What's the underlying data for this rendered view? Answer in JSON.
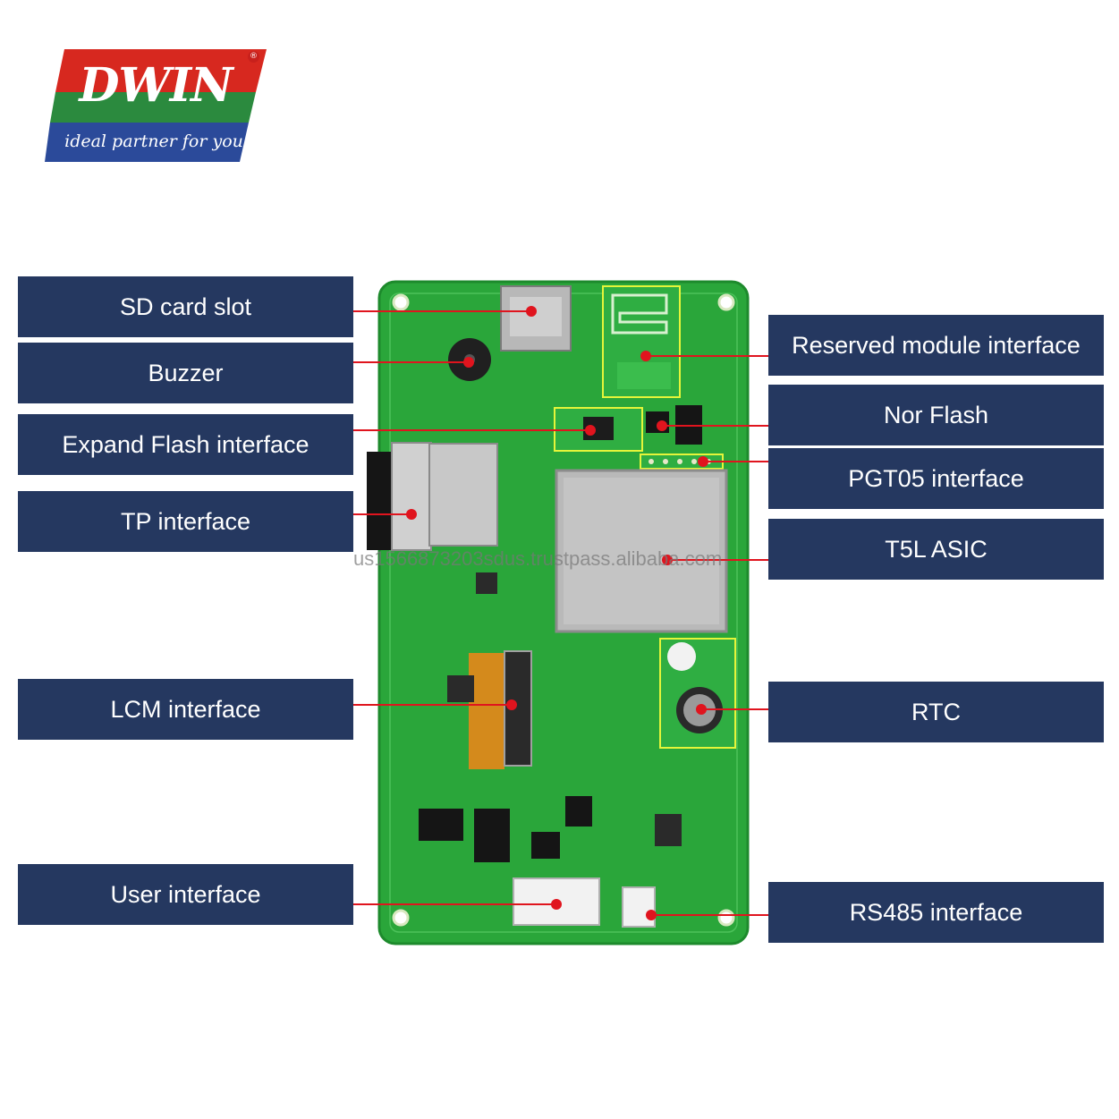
{
  "logo": {
    "brand": "DWIN",
    "tagline": "ideal partner for you",
    "registered_mark": "®",
    "colors": {
      "top": "#d7281f",
      "middle": "#2b8a3e",
      "bottom": "#2b4a9a"
    }
  },
  "labels": {
    "sd_card": "SD card slot",
    "buzzer": "Buzzer",
    "expand_flash": "Expand Flash interface",
    "tp": "TP interface",
    "lcm": "LCM interface",
    "user": "User interface",
    "reserved_module": "Reserved module interface",
    "nor_flash": "Nor Flash",
    "pgt05": "PGT05 interface",
    "t5l": "T5L ASIC",
    "rtc": "RTC",
    "rs485": "RS485 interface"
  },
  "watermark": "us1566873203sdus.trustpass.alibaba.com",
  "colors": {
    "label_bg": "#253860",
    "pcb": "#2aa63a",
    "leader_line": "#e0141e",
    "highlight_box": "#e5f53a"
  }
}
